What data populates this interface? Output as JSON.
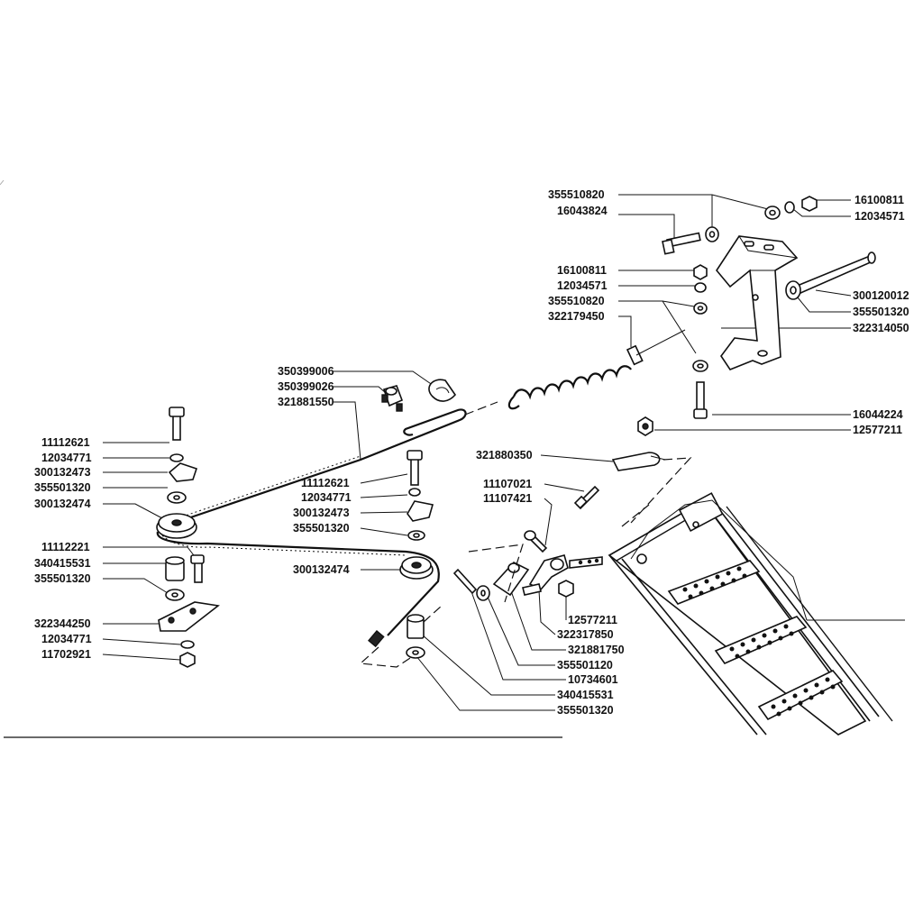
{
  "diagram": {
    "labels": [
      {
        "id": "l01",
        "text": "355510820"
      },
      {
        "id": "l02",
        "text": "16043824"
      },
      {
        "id": "l03",
        "text": "16100811"
      },
      {
        "id": "l04",
        "text": "12034571"
      },
      {
        "id": "l05",
        "text": "16100811"
      },
      {
        "id": "l06",
        "text": "12034571"
      },
      {
        "id": "l07",
        "text": "355510820"
      },
      {
        "id": "l08",
        "text": "322179450"
      },
      {
        "id": "l09",
        "text": "300120012"
      },
      {
        "id": "l10",
        "text": "355501320"
      },
      {
        "id": "l11",
        "text": "322314050"
      },
      {
        "id": "l12",
        "text": "350399006"
      },
      {
        "id": "l13",
        "text": "350399026"
      },
      {
        "id": "l14",
        "text": "321881550"
      },
      {
        "id": "l15",
        "text": "16044224"
      },
      {
        "id": "l16",
        "text": "12577211"
      },
      {
        "id": "l17",
        "text": "11112621"
      },
      {
        "id": "l18",
        "text": "12034771"
      },
      {
        "id": "l19",
        "text": "300132473"
      },
      {
        "id": "l20",
        "text": "355501320"
      },
      {
        "id": "l21",
        "text": "300132474"
      },
      {
        "id": "l22",
        "text": "321880350"
      },
      {
        "id": "l23",
        "text": "11107021"
      },
      {
        "id": "l24",
        "text": "11107421"
      },
      {
        "id": "l25",
        "text": "11112621"
      },
      {
        "id": "l26",
        "text": "12034771"
      },
      {
        "id": "l27",
        "text": "300132473"
      },
      {
        "id": "l28",
        "text": "355501320"
      },
      {
        "id": "l29",
        "text": "300132474"
      },
      {
        "id": "l30",
        "text": "11112221"
      },
      {
        "id": "l31",
        "text": "340415531"
      },
      {
        "id": "l32",
        "text": "355501320"
      },
      {
        "id": "l33",
        "text": "322344250"
      },
      {
        "id": "l34",
        "text": "12034771"
      },
      {
        "id": "l35",
        "text": "11702921"
      },
      {
        "id": "l36",
        "text": "12577211"
      },
      {
        "id": "l37",
        "text": "322317850"
      },
      {
        "id": "l38",
        "text": "321881750"
      },
      {
        "id": "l39",
        "text": "355501120"
      },
      {
        "id": "l40",
        "text": "10734601"
      },
      {
        "id": "l41",
        "text": "340415531"
      },
      {
        "id": "l42",
        "text": "355501320"
      }
    ]
  }
}
